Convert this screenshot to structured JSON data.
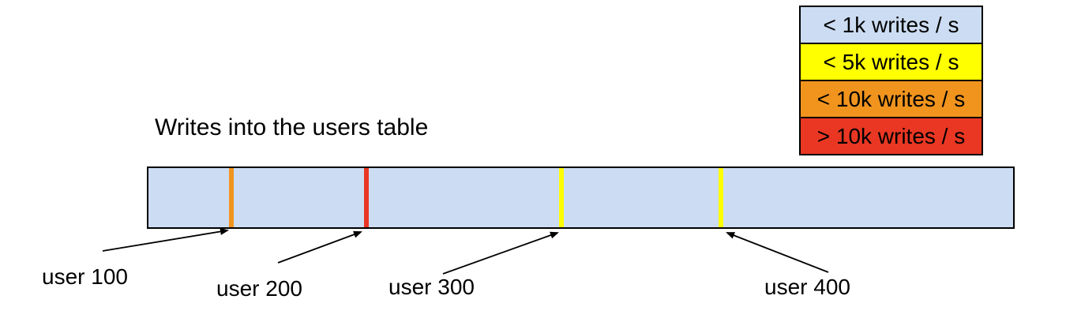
{
  "title": "Writes into the users table",
  "legend": {
    "items": [
      {
        "label": "< 1k writes / s",
        "color": "#ccdcf2"
      },
      {
        "label": "< 5k writes / s",
        "color": "#ffff00"
      },
      {
        "label": "< 10k writes / s",
        "color": "#f0941e"
      },
      {
        "label": "> 10k writes / s",
        "color": "#e93723"
      }
    ]
  },
  "bar": {
    "color": "#ccdcf2",
    "markers": [
      {
        "user": "user 100",
        "color": "#f0941e",
        "rate_band": "< 10k writes / s"
      },
      {
        "user": "user 200",
        "color": "#e93723",
        "rate_band": "> 10k writes / s"
      },
      {
        "user": "user 300",
        "color": "#ffff00",
        "rate_band": "< 5k writes / s"
      },
      {
        "user": "user 400",
        "color": "#ffff00",
        "rate_band": "< 5k writes / s"
      }
    ]
  }
}
